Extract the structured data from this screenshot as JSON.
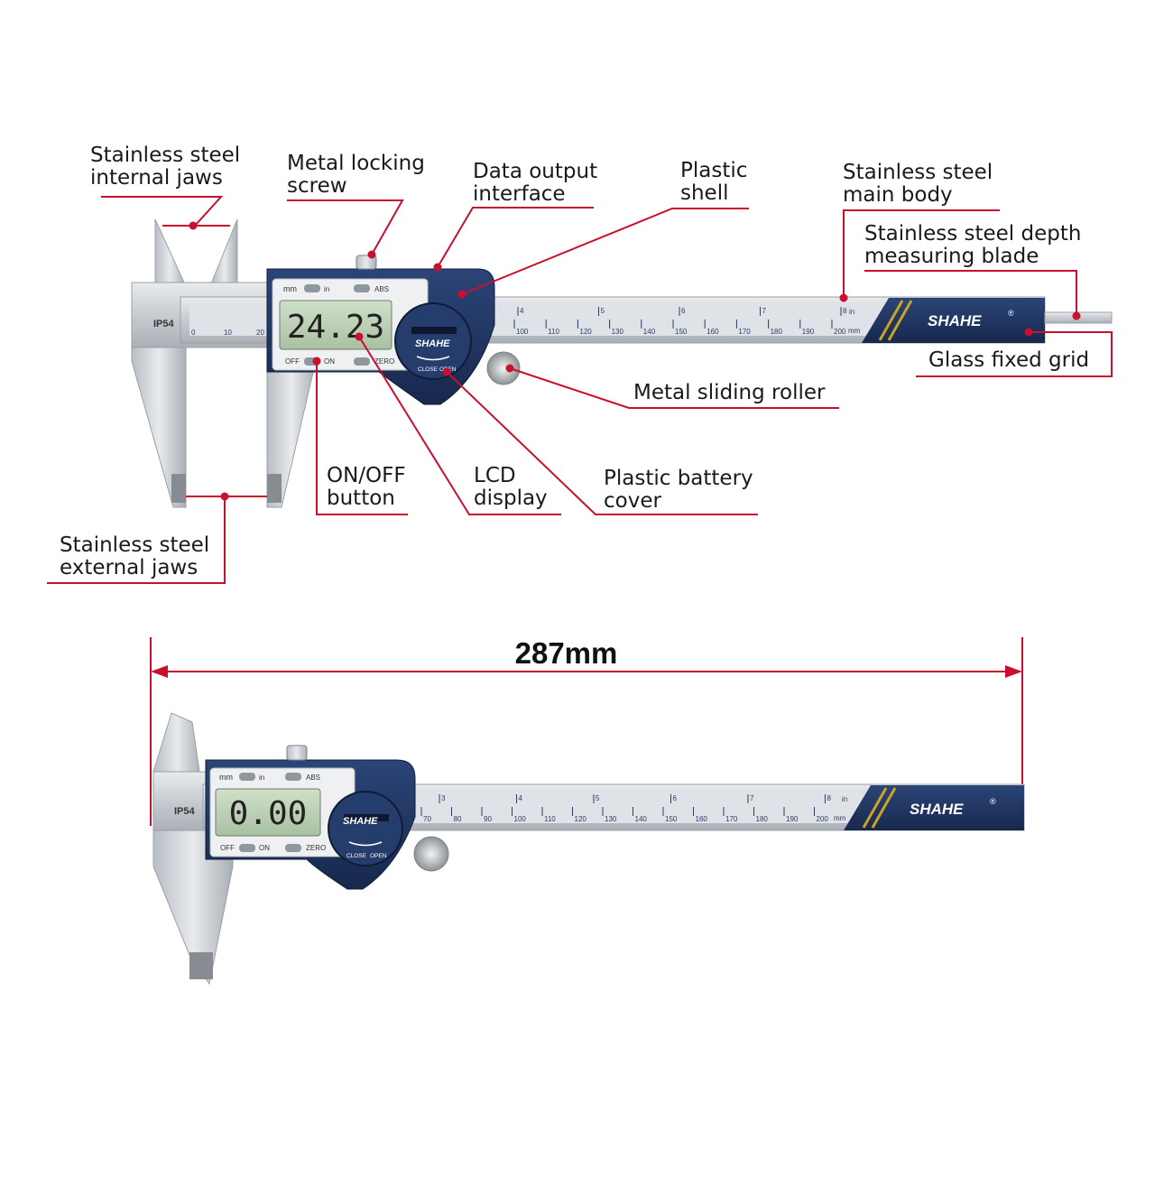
{
  "callouts": {
    "internal_jaws": [
      "Stainless steel",
      "internal jaws"
    ],
    "locking_screw": [
      "Metal locking",
      "screw"
    ],
    "data_output": [
      "Data output",
      "interface"
    ],
    "plastic_shell": [
      "Plastic",
      "shell"
    ],
    "main_body": [
      "Stainless steel",
      "main body"
    ],
    "depth_blade": [
      "Stainless steel depth",
      "measuring blade"
    ],
    "glass_grid": [
      "Glass fixed grid"
    ],
    "sliding_roller": [
      "Metal sliding roller"
    ],
    "battery_cover": [
      "Plastic battery",
      "cover"
    ],
    "lcd_display": [
      "LCD",
      "display"
    ],
    "onoff_button": [
      "ON/OFF",
      "button"
    ],
    "external_jaws": [
      "Stainless steel",
      "external jaws"
    ]
  },
  "dimension": {
    "length_label": "287mm"
  },
  "caliper": {
    "brand": "SHAHE",
    "rating": "IP54",
    "reading_top": "24.23",
    "reading_bottom": "0.00",
    "button_mm": "mm",
    "button_in": "in",
    "button_abs": "ABS",
    "button_off": "OFF",
    "button_on": "ON",
    "button_zero": "ZERO",
    "cover_close": "CLOSE",
    "cover_open": "OPEN",
    "unit_mm": "mm",
    "unit_in": "in",
    "scale_top": [
      "100",
      "110",
      "120",
      "130",
      "140",
      "150",
      "160",
      "170",
      "180",
      "190",
      "200"
    ],
    "scale_bottom": [
      "70",
      "80",
      "90",
      "100",
      "110",
      "120",
      "130",
      "140",
      "150",
      "160",
      "170",
      "180",
      "190",
      "200"
    ],
    "inch_marks": [
      "3",
      "4",
      "5",
      "6",
      "7",
      "8"
    ]
  },
  "colors": {
    "leader": "#c8102e",
    "body_blue": "#1f3566",
    "steel": "#d2d6da"
  }
}
